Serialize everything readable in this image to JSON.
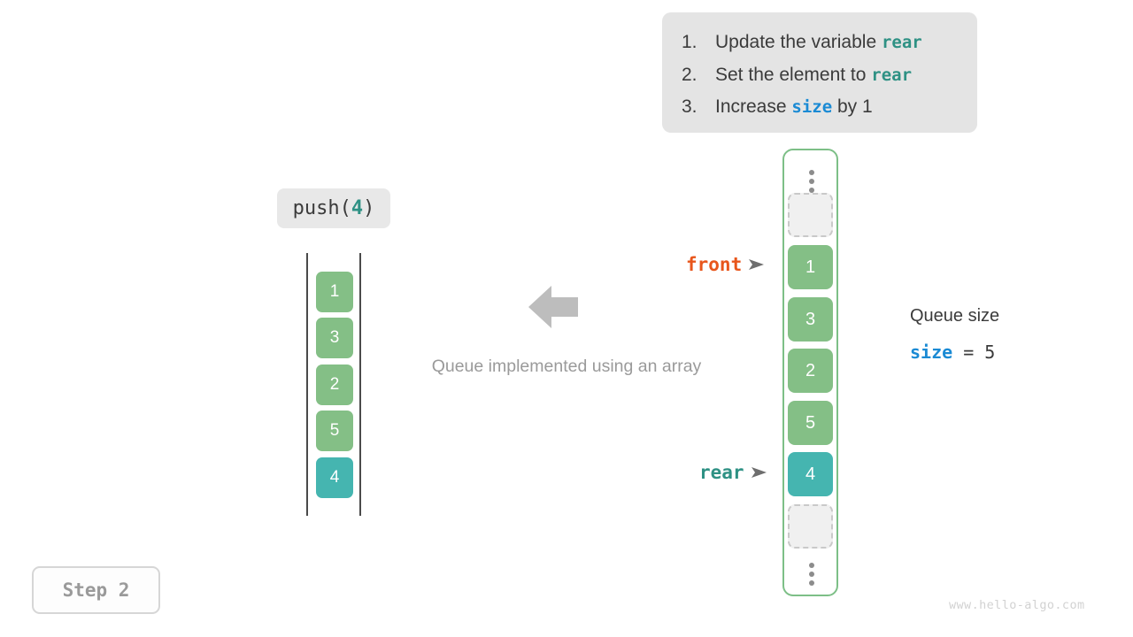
{
  "instructions": {
    "items": [
      {
        "num": "1.",
        "pre": "Update the variable ",
        "code": "rear",
        "code_color": "teal",
        "post": ""
      },
      {
        "num": "2.",
        "pre": "Set the element to ",
        "code": "rear",
        "code_color": "teal",
        "post": ""
      },
      {
        "num": "3.",
        "pre": "Increase ",
        "code": "size",
        "code_color": "blue",
        "post": " by 1"
      }
    ]
  },
  "operation": {
    "name": "push(",
    "arg": "4",
    "close": ")"
  },
  "left_array": {
    "values": [
      "1",
      "3",
      "2",
      "5",
      "4"
    ],
    "highlight_index": 4
  },
  "center": {
    "arrow_icon": "arrow-left-icon",
    "caption": "Queue implemented using an array"
  },
  "queue": {
    "top_dots_icon": "vertical-dots-icon",
    "bottom_dots_icon": "vertical-dots-icon",
    "slots": [
      {
        "type": "empty",
        "value": ""
      },
      {
        "type": "filled",
        "value": "1"
      },
      {
        "type": "filled",
        "value": "3"
      },
      {
        "type": "filled",
        "value": "2"
      },
      {
        "type": "filled",
        "value": "5"
      },
      {
        "type": "highlight",
        "value": "4"
      },
      {
        "type": "empty",
        "value": ""
      }
    ]
  },
  "pointers": {
    "front": {
      "label": "front",
      "icon": "arrow-right-icon"
    },
    "rear": {
      "label": "rear",
      "icon": "arrow-right-icon"
    }
  },
  "size_info": {
    "title": "Queue size",
    "var": "size",
    "expr": " = 5"
  },
  "step": {
    "label": "Step 2"
  },
  "watermark": {
    "text": "www.hello-algo.com"
  },
  "colors": {
    "green": "#84bf86",
    "teal": "#45b5b0",
    "container_border": "#7dbf87",
    "panel_bg": "#e4e4e4",
    "accent_orange": "#e8561c",
    "accent_blue": "#1a8ad4",
    "accent_teal": "#2e9184",
    "muted_gray": "#9a9a9a"
  }
}
